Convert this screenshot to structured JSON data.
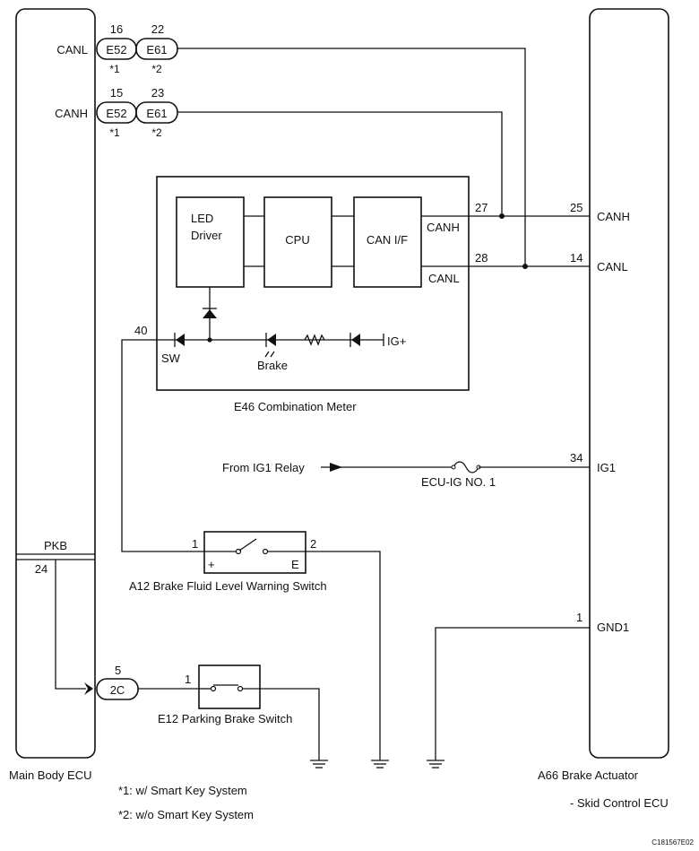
{
  "main_body_ecu": {
    "name": "Main Body ECU",
    "canl": "CANL",
    "canh": "CANH",
    "pkb": "PKB",
    "pkb_pin": "24"
  },
  "connectors": {
    "canl_pins": [
      "16",
      "22"
    ],
    "canh_pins": [
      "15",
      "23"
    ],
    "e52": "E52",
    "e61": "E61",
    "note1_mark": "*1",
    "note2_mark": "*2",
    "pkb_conn": "2C",
    "pkb_conn_pin": "5"
  },
  "meter": {
    "name": "E46  Combination Meter",
    "led_driver_line1": "LED",
    "led_driver_line2": "Driver",
    "cpu": "CPU",
    "can_if": "CAN I/F",
    "canh": "CANH",
    "canl": "CANL",
    "canh_pin": "27",
    "canl_pin": "28",
    "sw_pin": "40",
    "sw": "SW",
    "brake": "Brake",
    "ig": "IG+"
  },
  "actuator": {
    "name": "A66  Brake Actuator",
    "subname": "- Skid Control ECU",
    "canh": "CANH",
    "canh_pin": "25",
    "canl": "CANL",
    "canl_pin": "14",
    "ig1": "IG1",
    "ig1_pin": "34",
    "gnd1": "GND1",
    "gnd1_pin": "1"
  },
  "ig_relay": {
    "from": "From IG1 Relay",
    "fuse": "ECU-IG NO. 1"
  },
  "fluid_switch": {
    "name": "A12  Brake Fluid Level Warning Switch",
    "pin1": "1",
    "pin2": "2",
    "plus": "+",
    "e": "E"
  },
  "parking_switch": {
    "name": "E12  Parking Brake Switch",
    "pin1": "1"
  },
  "notes": [
    "*1: w/ Smart Key System",
    "*2: w/o Smart Key System"
  ],
  "drawing_code": "C181567E02"
}
